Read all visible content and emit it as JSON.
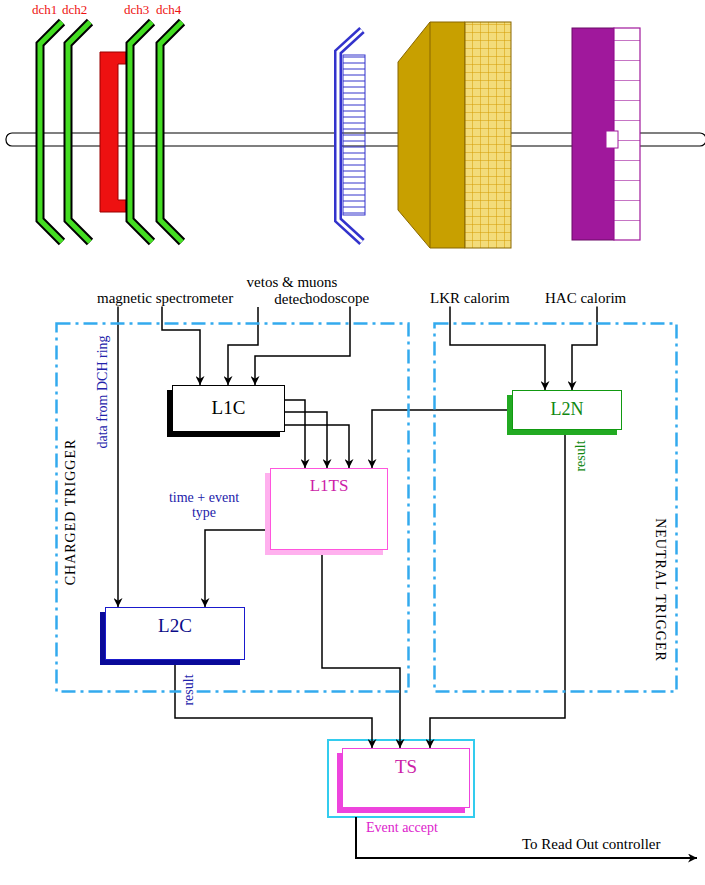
{
  "diagram": {
    "nodes": [
      {
        "text": [
          "magnetic spectrometer"
        ]
      },
      {
        "text": [
          "vetos & muons detec."
        ]
      },
      {
        "text": [
          "hodoscope"
        ]
      },
      {
        "text": [
          "LKR calorim"
        ]
      },
      {
        "text": [
          "HAC calorim"
        ]
      },
      {
        "text": [
          "CHARGED TRIGGER"
        ]
      },
      {
        "text": [
          "L1C"
        ],
        "in": 5
      },
      {
        "text": [
          "L1TS"
        ],
        "in": 5
      },
      {
        "text": [
          "L2C"
        ],
        "in": 5
      },
      {
        "text": [
          "NEUTRAL TRIGGER"
        ]
      },
      {
        "text": [
          "L2N"
        ],
        "in": 9
      },
      {
        "text": [
          "TS"
        ]
      }
    ],
    "edges": [
      {
        "from": 0,
        "to": 8,
        "arrow": "to",
        "label": "data from DCH ring"
      },
      {
        "from": 0,
        "to": 6,
        "arrow": "to"
      },
      {
        "from": 1,
        "to": 6,
        "arrow": "to"
      },
      {
        "from": 2,
        "to": 6,
        "arrow": "to"
      },
      {
        "from": 3,
        "to": 10,
        "arrow": "to"
      },
      {
        "from": 4,
        "to": 10,
        "arrow": "to"
      },
      {
        "from": 6,
        "to": 7,
        "arrow": "to"
      },
      {
        "from": 6,
        "to": 7,
        "arrow": "to"
      },
      {
        "from": 6,
        "to": 7,
        "arrow": "to"
      },
      {
        "from": 10,
        "to": 7,
        "arrow": "to"
      },
      {
        "from": 7,
        "to": 8,
        "arrow": "to",
        "label": "time + event type"
      },
      {
        "from": 8,
        "to": 11,
        "arrow": "to",
        "label": "result"
      },
      {
        "from": 7,
        "to": 11,
        "arrow": "to"
      },
      {
        "from": 10,
        "to": 11,
        "arrow": "to",
        "label": "result"
      }
    ],
    "labels": [
      "dch1",
      "dch2",
      "dch3",
      "dch4",
      "Event accept",
      "To Read Out controller"
    ]
  }
}
